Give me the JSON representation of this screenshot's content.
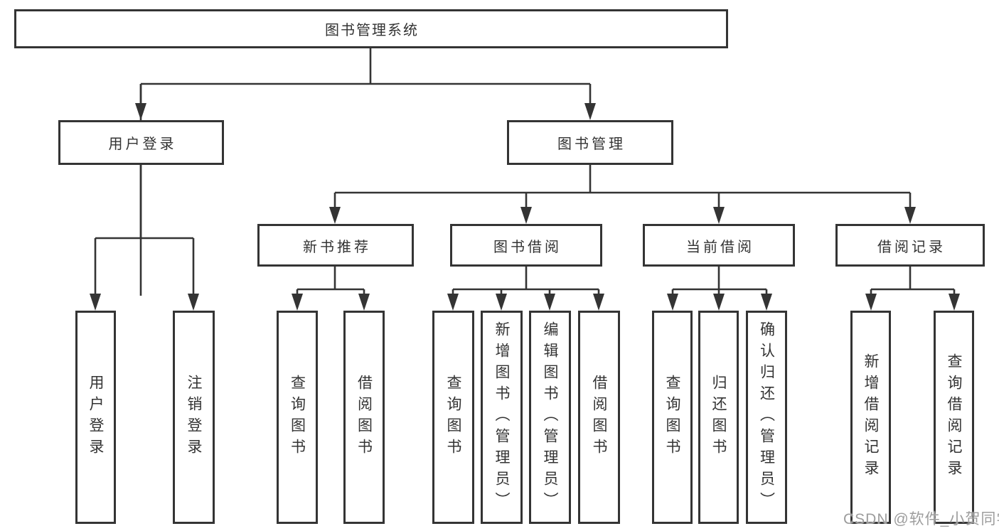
{
  "tree": {
    "root": {
      "label": "图书管理系统"
    },
    "children": [
      {
        "label": "用户登录",
        "children": [
          {
            "label": "用户登录"
          },
          {
            "label": "注销登录"
          }
        ]
      },
      {
        "label": "图书管理",
        "children": [
          {
            "label": "新书推荐",
            "children": [
              {
                "label": "查询图书"
              },
              {
                "label": "借阅图书"
              }
            ]
          },
          {
            "label": "图书借阅",
            "children": [
              {
                "label": "查询图书"
              },
              {
                "label": "新增图书（管理员）"
              },
              {
                "label": "编辑图书（管理员）"
              },
              {
                "label": "借阅图书"
              }
            ]
          },
          {
            "label": "当前借阅",
            "children": [
              {
                "label": "查询图书"
              },
              {
                "label": "归还图书"
              },
              {
                "label": "确认归还（管理员）"
              }
            ]
          },
          {
            "label": "借阅记录",
            "children": [
              {
                "label": "新增借阅记录"
              },
              {
                "label": "查询借阅记录"
              }
            ]
          }
        ]
      }
    ]
  },
  "watermark": {
    "text": "CSDN @软件_小贺同学"
  },
  "colors": {
    "line": "#343434",
    "box_border": "#343434",
    "box_fill": "#ffffff",
    "text": "#333333",
    "watermark": "#9d9d9d",
    "background": "#ffffff"
  }
}
